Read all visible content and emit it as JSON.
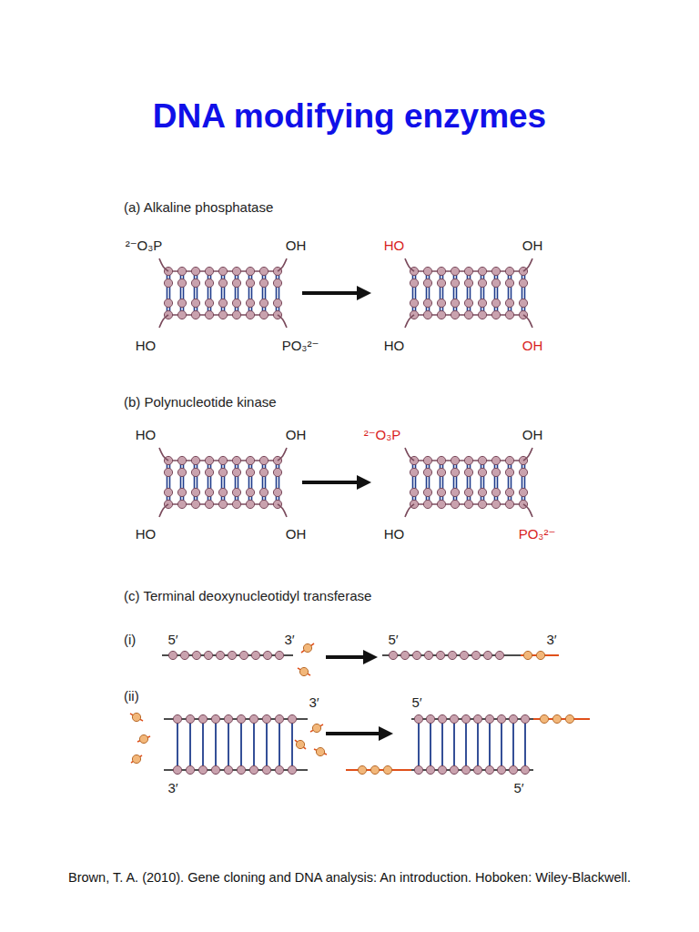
{
  "diagram": {
    "title": "DNA modifying enzymes",
    "caption": "Brown, T. A. (2010). Gene cloning and DNA analysis: An introduction. Hoboken: Wiley-Blackwell.",
    "labels": [
      "(a) Alkaline phosphatase",
      "²⁻O₃P",
      "OH",
      "HO",
      "PO₃²⁻",
      "HO",
      "OH",
      "HO",
      "OH",
      "(b) Polynucleotide kinase",
      "HO",
      "OH",
      "HO",
      "OH",
      "²⁻O₃P",
      "OH",
      "HO",
      "PO₃²⁻",
      "(c) Terminal deoxynucleotidyl transferase",
      "(i)",
      "5′",
      "3′",
      "5′",
      "3′",
      "(ii)",
      "3′",
      "3′",
      "5′",
      "5′"
    ]
  }
}
